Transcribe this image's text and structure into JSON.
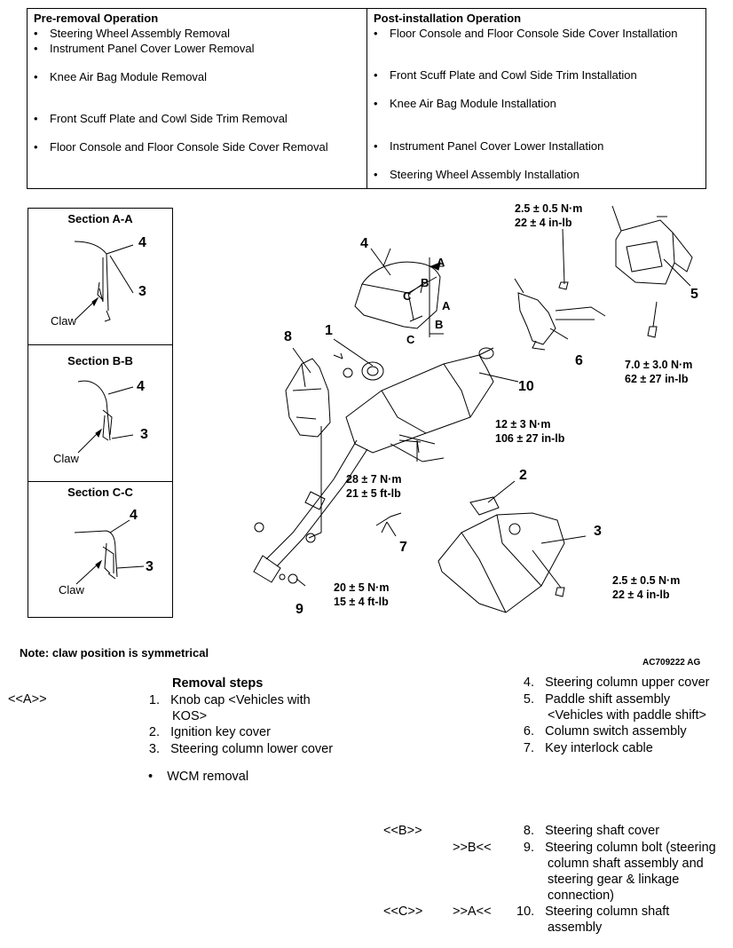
{
  "ops": {
    "pre_title": "Pre-removal Operation",
    "pre_items": [
      "Steering Wheel Assembly Removal",
      "Instrument Panel Cover Lower Removal",
      "Knee Air Bag Module Removal",
      "Front Scuff Plate and Cowl Side Trim Removal",
      "Floor Console and Floor Console Side Cover Removal"
    ],
    "post_title": "Post-installation Operation",
    "post_items": [
      "Floor Console and Floor Console Side Cover Installation",
      "Front Scuff Plate and Cowl Side Trim Installation",
      "Knee Air Bag Module Installation",
      "Instrument Panel Cover Lower Installation",
      "Steering Wheel Assembly Installation"
    ]
  },
  "sections": [
    {
      "title": "Section A-A",
      "upper": "4",
      "lower": "3",
      "claw": "Claw"
    },
    {
      "title": "Section B-B",
      "upper": "4",
      "lower": "3",
      "claw": "Claw"
    },
    {
      "title": "Section C-C",
      "upper": "4",
      "lower": "3",
      "claw": "Claw"
    }
  ],
  "callouts": {
    "c1": "1",
    "c2": "2",
    "c3": "3",
    "c4": "4",
    "c5": "5",
    "c6": "6",
    "c7": "7",
    "c8": "8",
    "c9": "9",
    "c10": "10",
    "a_upper": "A",
    "a_lower": "A",
    "b_upper": "B",
    "b_lower": "B",
    "c_upper": "C",
    "c_lower": "C"
  },
  "torques": {
    "t1_line1": "2.5 ± 0.5 N·m",
    "t1_line2": "22 ± 4 in-lb",
    "t2_line1": "7.0 ± 3.0 N·m",
    "t2_line2": "62 ± 27 in-lb",
    "t3_line1": "12 ± 3 N·m",
    "t3_line2": "106 ± 27 in-lb",
    "t4_line1": "28 ± 7 N·m",
    "t4_line2": "21 ± 5 ft-lb",
    "t5_line1": "20 ± 5 N·m",
    "t5_line2": "15 ± 4 ft-lb",
    "t6_line1": "2.5 ± 0.5 N·m",
    "t6_line2": "22 ± 4 in-lb"
  },
  "note": "Note: claw position is symmetrical",
  "figure_id": "AC709222 AG",
  "steps": {
    "title": "Removal steps",
    "tag_a": "<<A>>",
    "tag_b": "<<B>>",
    "tag_b_rev": ">>B<<",
    "tag_c": "<<C>>",
    "tag_a_rev": ">>A<<",
    "s1_num": "1.",
    "s1_text_l1": "Knob cap <Vehicles with",
    "s1_text_l2": "KOS>",
    "s2_num": "2.",
    "s2_text": "Ignition key cover",
    "s3_num": "3.",
    "s3_text": "Steering column lower cover",
    "wcm": "WCM removal",
    "s4_num": "4.",
    "s4_text": "Steering column upper cover",
    "s5_num": "5.",
    "s5_text_l1": "Paddle shift assembly",
    "s5_text_l2": "<Vehicles with paddle shift>",
    "s6_num": "6.",
    "s6_text": "Column switch assembly",
    "s7_num": "7.",
    "s7_text": "Key interlock cable",
    "s8_num": "8.",
    "s8_text": "Steering shaft cover",
    "s9_num": "9.",
    "s9_text_l1": "Steering column bolt (steering",
    "s9_text_l2": "column shaft assembly and",
    "s9_text_l3": "steering gear & linkage",
    "s9_text_l4": "connection)",
    "s10_num": "10.",
    "s10_text_l1": "Steering column shaft",
    "s10_text_l2": "assembly"
  }
}
